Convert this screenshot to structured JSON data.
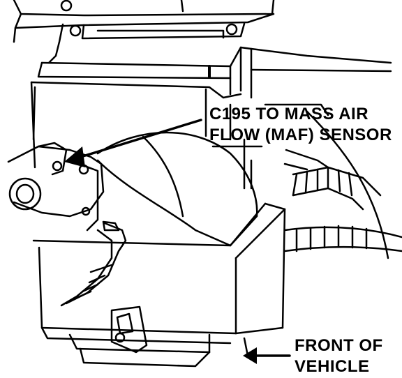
{
  "callouts": {
    "maf_connector": {
      "line1": "C195 TO MASS AIR",
      "line2": "FLOW (MAF) SENSOR"
    },
    "front_of_vehicle": {
      "line1": "FRONT OF",
      "line2": "VEHICLE"
    }
  },
  "colors": {
    "ink": "#000000",
    "paper": "#ffffff"
  }
}
